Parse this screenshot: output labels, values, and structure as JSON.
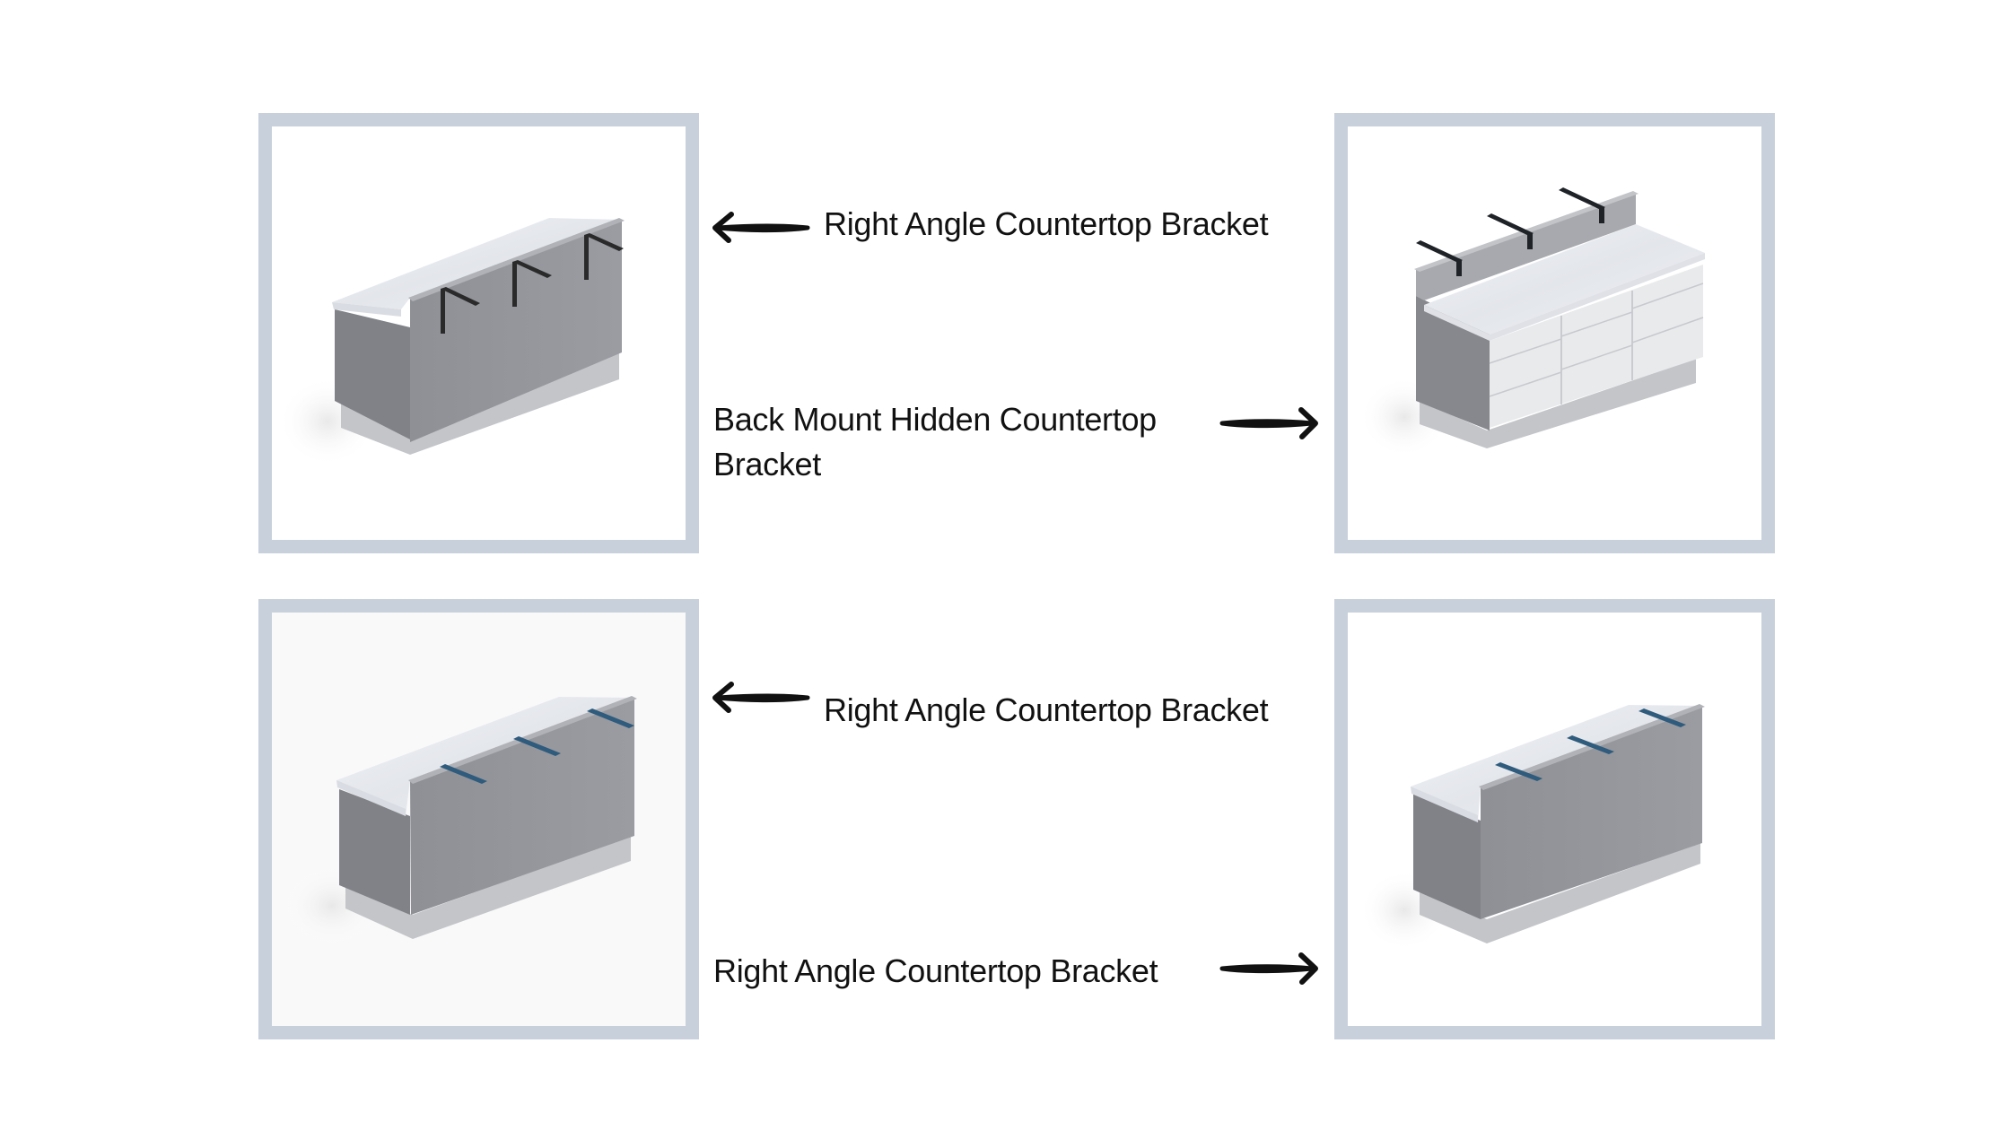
{
  "panels": [
    {
      "id": "top-left",
      "subject": "Counter with raised front panel and three black right-angle brackets",
      "bracket_color": "#2a2a2a",
      "bracket_count": 3
    },
    {
      "id": "top-right",
      "subject": "Drawer cabinet with marble top and back panel with three black hidden brackets",
      "bracket_color": "#1f2328",
      "bracket_count": 3
    },
    {
      "id": "bottom-left",
      "subject": "Counter with raised front panel and three blue flat brackets",
      "bracket_color": "#2f5b7c",
      "bracket_count": 3
    },
    {
      "id": "bottom-right",
      "subject": "Counter with raised front panel and three blue flat brackets",
      "bracket_color": "#2f5b7c",
      "bracket_count": 3
    }
  ],
  "labels": {
    "top_1": "Right Angle Countertop Bracket",
    "top_2": "Back Mount Hidden Countertop Bracket",
    "bottom_1": "Right Angle Countertop Bracket",
    "bottom_2": "Right Angle Countertop Bracket"
  },
  "arrows": {
    "top_1": "arrow-left-icon",
    "top_2": "arrow-right-icon",
    "bottom_1": "arrow-left-icon",
    "bottom_2": "arrow-right-icon"
  },
  "colors": {
    "frame_border": "#c8d1db",
    "cabinet_front": "#94969c",
    "cabinet_side": "#808288",
    "base": "#c4c5c9",
    "marble": "#e8eaee",
    "drawer": "#e9eaec",
    "text": "#111111"
  }
}
